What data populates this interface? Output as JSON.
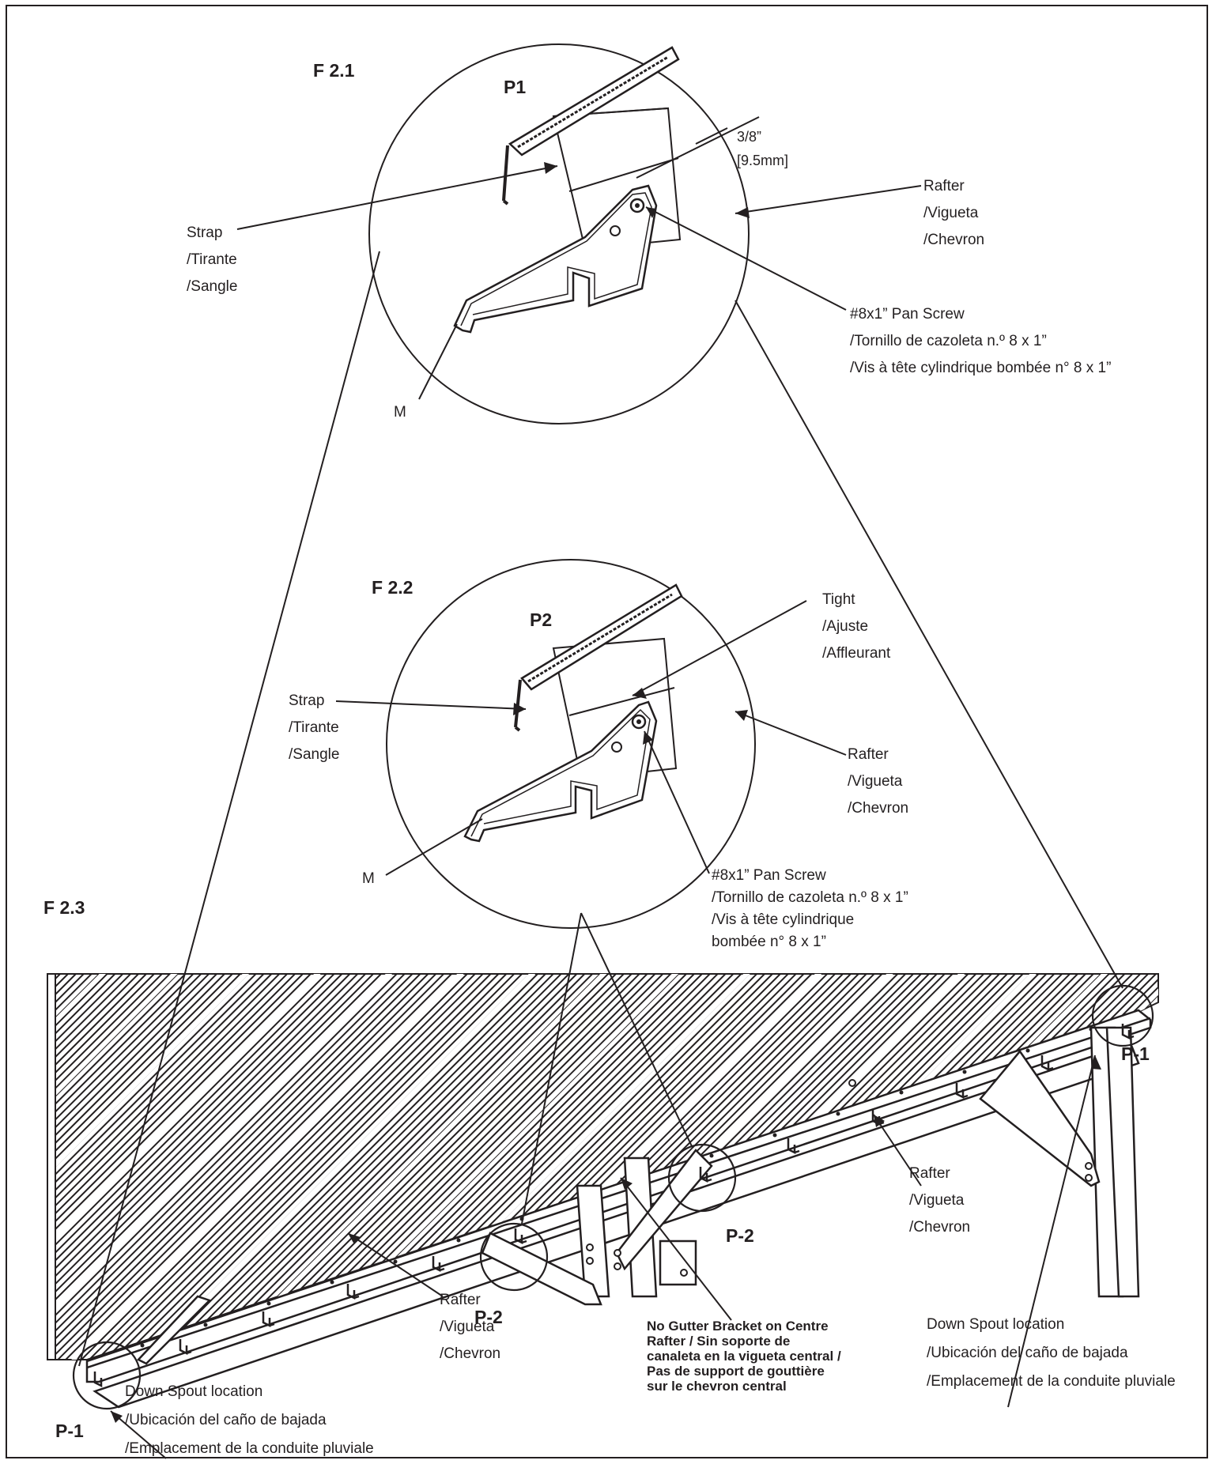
{
  "figures": {
    "f21": "F 2.1",
    "f22": "F 2.2",
    "f23": "F 2.3"
  },
  "points": {
    "p1_detail": "P1",
    "p2_detail": "P2",
    "p1_left": "P-1",
    "p1_right": "P-1",
    "p2_left": "P-2",
    "p2_right": "P-2"
  },
  "detail_f21": {
    "dimension": [
      "3/8”",
      "[9.5mm]"
    ],
    "rafter": [
      "Rafter",
      "/Vigueta",
      "/Chevron"
    ],
    "strap": [
      "Strap",
      "/Tirante",
      "/Sangle"
    ],
    "screw": [
      "#8x1” Pan Screw",
      "/Tornillo de cazoleta n.º 8 x 1”",
      "/Vis à tête cylindrique bombée n° 8 x 1”"
    ],
    "m": "M"
  },
  "detail_f22": {
    "tight": [
      "Tight",
      "/Ajuste",
      "/Affleurant"
    ],
    "strap": [
      "Strap",
      "/Tirante",
      "/Sangle"
    ],
    "rafter": [
      "Rafter",
      "/Vigueta",
      "/Chevron"
    ],
    "m": "M",
    "screw": [
      "#8x1” Pan Screw",
      "/Tornillo de cazoleta n.º 8 x 1”",
      "/Vis à tête cylindrique",
      "bombée n° 8 x 1”"
    ]
  },
  "overview_f23": {
    "rafter_center": [
      "Rafter",
      "/Vigueta",
      "/Chevron"
    ],
    "rafter_right": [
      "Rafter",
      "/Vigueta",
      "/Chevron"
    ],
    "downspout_left": [
      "Down Spout location",
      "/Ubicación del caño de bajada",
      "/Emplacement de la conduite pluviale"
    ],
    "downspout_right": [
      "Down Spout location",
      "/Ubicación del caño de bajada",
      "/Emplacement de la conduite pluviale"
    ],
    "no_gutter_note": "No Gutter Bracket on Centre Rafter / Sin soporte de canaleta en la vigueta central / Pas de support de gouttière sur le chevron central"
  }
}
